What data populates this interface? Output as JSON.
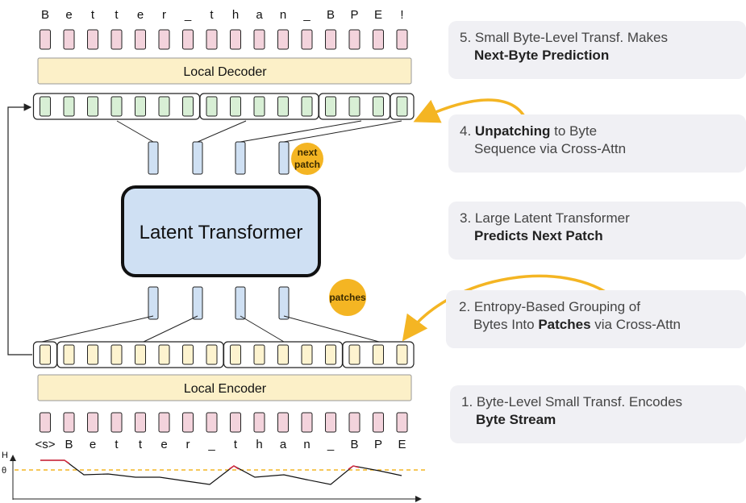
{
  "colors": {
    "decoder_fill": "#fcf0c8",
    "encoder_fill": "#fcf0c8",
    "byte_red": "#f3d3dc",
    "byte_green": "#d8efd5",
    "byte_yellow": "#fdf3cf",
    "latent_blue": "#cfe0f3",
    "accent_orange": "#f4b523",
    "panel_bg": "#f0f0f4"
  },
  "output_chars": [
    "B",
    "e",
    "t",
    "t",
    "e",
    "r",
    "_",
    "t",
    "h",
    "a",
    "n",
    "_",
    "B",
    "P",
    "E",
    "!"
  ],
  "input_chars": [
    "<s>",
    "B",
    "e",
    "t",
    "t",
    "e",
    "r",
    "_",
    "t",
    "h",
    "a",
    "n",
    "_",
    "B",
    "P",
    "E"
  ],
  "local_decoder": "Local Decoder",
  "local_encoder": "Local Encoder",
  "latent_transformer": "Latent Transformer",
  "next_patch_badge": [
    "next",
    "patch"
  ],
  "patches_badge": "patches",
  "entropy_plot": {
    "y_axis_label": "H",
    "threshold_label": "θ"
  },
  "steps": [
    {
      "number": "5.",
      "pre": "Small Byte-Level Transf. Makes",
      "bold": "Next-Byte Prediction",
      "post": ""
    },
    {
      "number": "4.",
      "bold_first": "Unpatching",
      "pre_rest": " to Byte",
      "line2": "Sequence via Cross-Attn"
    },
    {
      "number": "3.",
      "pre": "Large Latent Transformer",
      "bold": "Predicts Next Patch"
    },
    {
      "number": "2.",
      "pre": "Entropy-Based Grouping of",
      "line2_pre": "Bytes Into ",
      "bold": "Patches",
      "line2_post": " via Cross-Attn"
    },
    {
      "number": "1.",
      "pre": "Byte-Level  Small Transf. Encodes",
      "bold": "Byte Stream"
    }
  ]
}
